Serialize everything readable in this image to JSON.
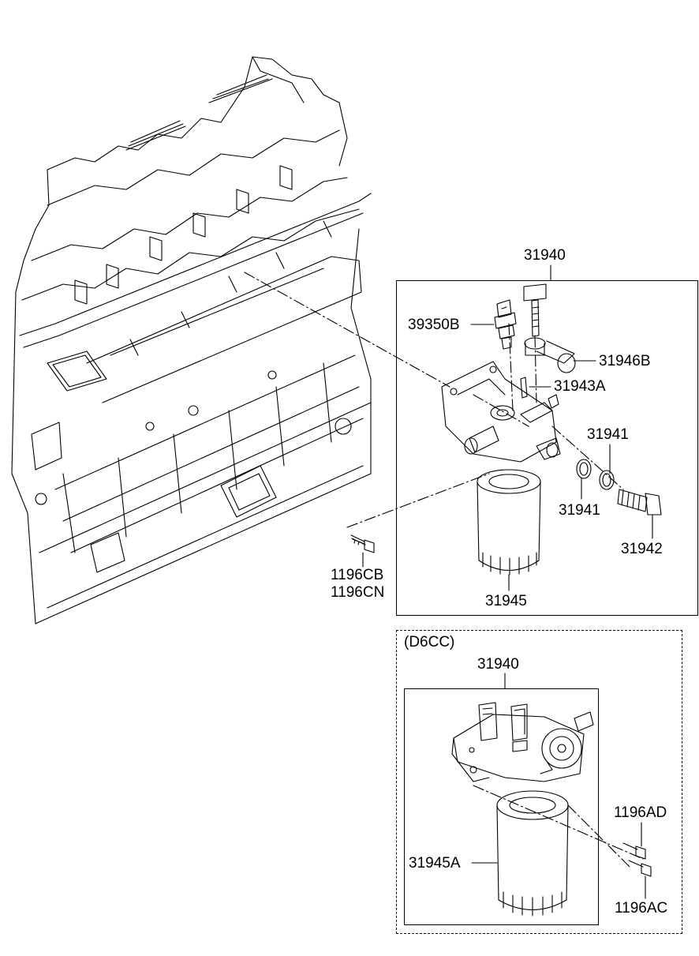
{
  "variant_label": "(D6CC)",
  "labels": {
    "assembly_main": "31940",
    "sensor": "39350B",
    "banjo": "31946B",
    "pin": "31943A",
    "gasket_upper": "31941",
    "gasket_lower": "31941",
    "plug_bolt": "31942",
    "bolt_main_1": "1196CB",
    "bolt_main_2": "1196CN",
    "filter_main": "31945",
    "assembly_d6cc": "31940",
    "filter_d6cc": "31945A",
    "bolt_d6cc_1": "1196AD",
    "bolt_d6cc_2": "1196AC"
  }
}
